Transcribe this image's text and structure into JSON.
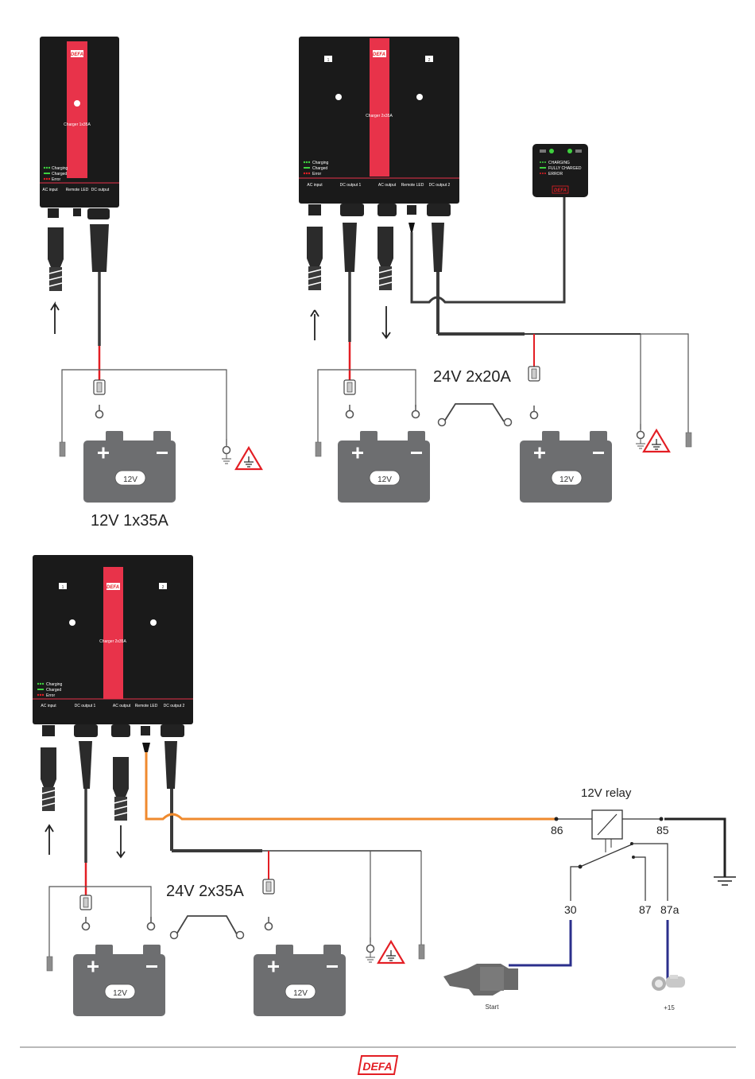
{
  "charger_single": {
    "brand": "DEFA",
    "model_label": "Charger 1x35A",
    "leds": [
      "Charging",
      "Charged",
      "Error"
    ],
    "ports": [
      "AC input",
      "Remote LED",
      "DC output"
    ],
    "config_label": "12V  1x35A",
    "battery_label": "12V"
  },
  "charger_dual_top": {
    "brand": "DEFA",
    "model_label": "Charger 2x35A",
    "channel_1": "1",
    "channel_2": "2",
    "leds": [
      "Charging",
      "Charged",
      "Error"
    ],
    "ports": [
      "AC input",
      "DC output 1",
      "AC output",
      "Remote LED",
      "DC output 2"
    ],
    "config_label": "24V  2x20A",
    "battery_1_label": "12V",
    "battery_2_label": "12V"
  },
  "remote_led_panel": {
    "brand": "DEFA",
    "leds": [
      "CHARGING",
      "FULLY CHARGED",
      "ERROR"
    ]
  },
  "charger_dual_bottom": {
    "brand": "DEFA",
    "model_label": "Charger 2x35A",
    "channel_1": "1",
    "channel_2": "2",
    "leds": [
      "Charging",
      "Charged",
      "Error"
    ],
    "ports": [
      "AC input",
      "DC output 1",
      "AC output",
      "Remote LED",
      "DC output 2"
    ],
    "config_label": "24V  2x35A",
    "battery_1_label": "12V",
    "battery_2_label": "12V"
  },
  "relay": {
    "title": "12V relay",
    "terminals": [
      "86",
      "85",
      "30",
      "87",
      "87a"
    ],
    "start_label": "Start",
    "ignition_label": "+15"
  },
  "footer": {
    "brand": "DEFA"
  },
  "colors": {
    "charger_body": "#1a1a1a",
    "stripe_red": "#e8334a",
    "battery_grey": "#6d6e70",
    "cable_dark": "#3a3a3a",
    "relay_orange": "#ef8a2e",
    "wire_blue": "#2b2f8c",
    "wire_red": "#e31e24",
    "warning_red": "#e31e24"
  }
}
